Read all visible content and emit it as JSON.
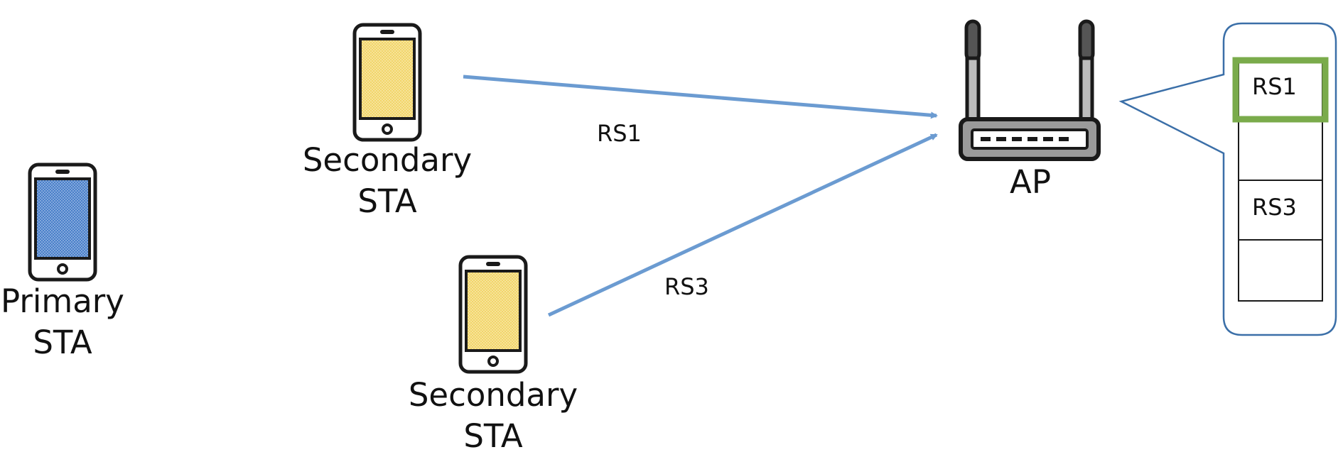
{
  "nodes": {
    "primary": {
      "line1": "Primary",
      "line2": "STA",
      "icon": "smartphone-icon",
      "screen_color": "#4a7fc9"
    },
    "secondary_top": {
      "line1": "Secondary",
      "line2": "STA",
      "icon": "smartphone-icon",
      "screen_color": "#f2d56a"
    },
    "secondary_bottom": {
      "line1": "Secondary",
      "line2": "STA",
      "icon": "smartphone-icon",
      "screen_color": "#f2d56a"
    },
    "ap": {
      "label": "AP",
      "icon": "wifi-router-icon"
    }
  },
  "links": {
    "rs1": {
      "label": "RS1",
      "from": "secondary_top",
      "to": "ap"
    },
    "rs3": {
      "label": "RS3",
      "from": "secondary_bottom",
      "to": "ap"
    }
  },
  "queue": {
    "slots": [
      "RS1",
      "",
      "RS3",
      ""
    ],
    "highlighted_slot": 0,
    "highlight_color": "#7aab4b",
    "callout_color": "#3b6fa8"
  },
  "colors": {
    "arrow": "#6b9bd1",
    "outline": "#1a1a1a"
  }
}
